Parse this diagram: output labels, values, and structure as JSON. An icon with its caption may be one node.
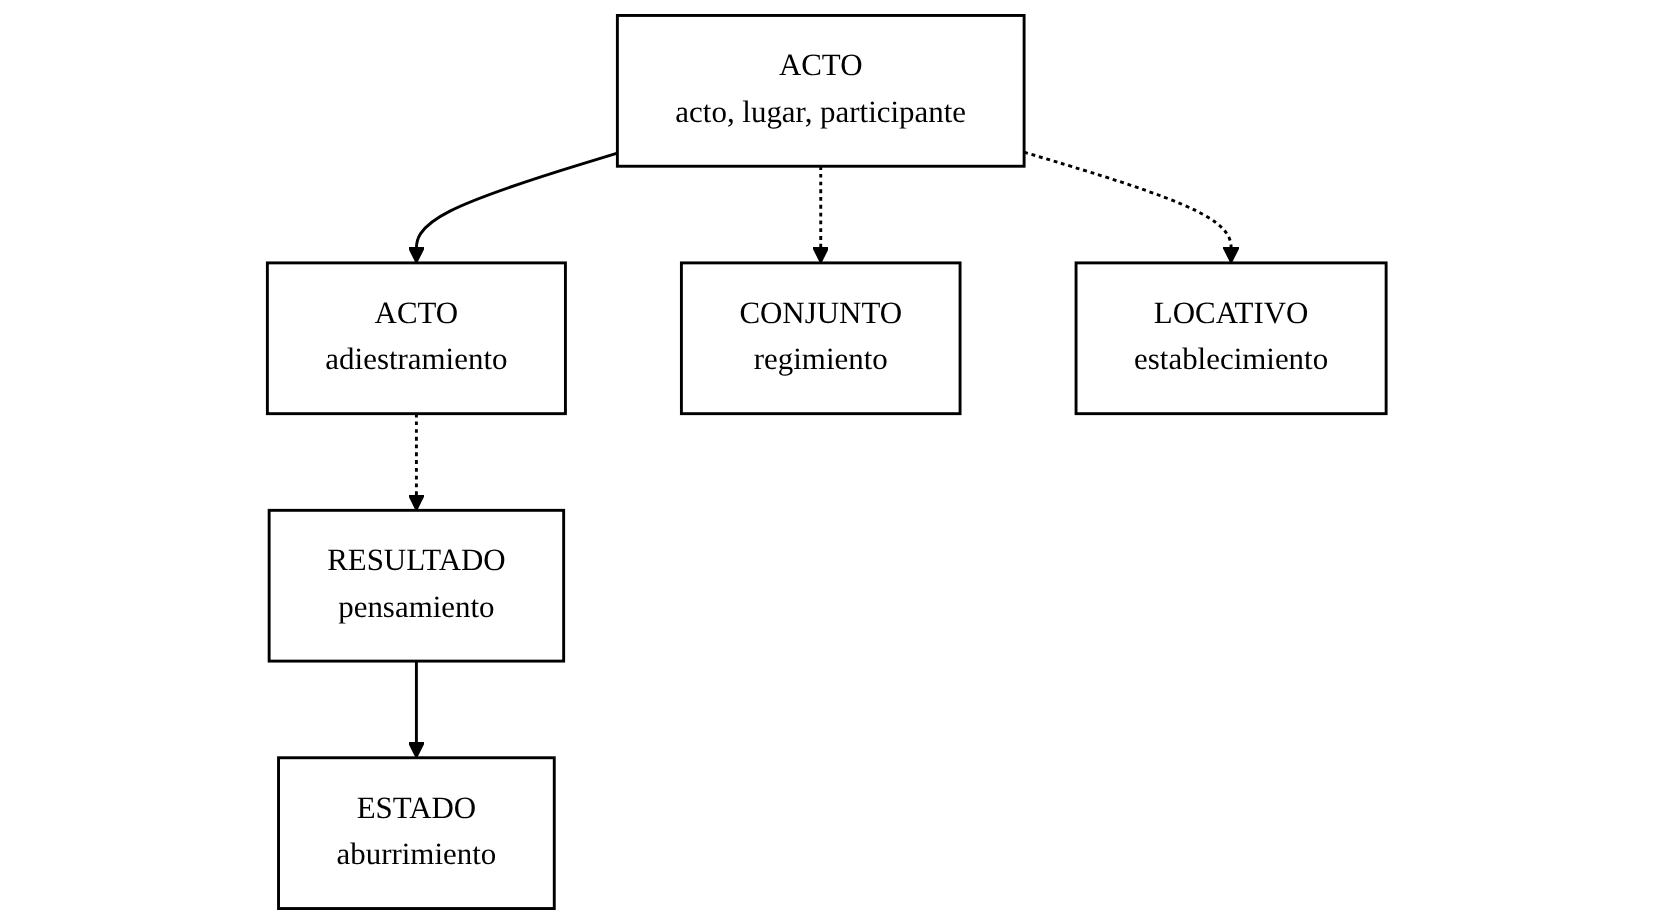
{
  "diagram": {
    "nodes": [
      {
        "text": [
          "ACTO",
          "acto, lugar, participante"
        ]
      },
      {
        "text": [
          "ACTO",
          "adiestramiento"
        ]
      },
      {
        "text": [
          "CONJUNTO",
          "regimiento"
        ]
      },
      {
        "text": [
          "LOCATIVO",
          "establecimiento"
        ]
      },
      {
        "text": [
          "RESULTADO",
          "pensamiento"
        ]
      },
      {
        "text": [
          "ESTADO",
          "aburrimiento"
        ]
      }
    ],
    "edges": [
      {
        "from": 0,
        "to": 1,
        "arrow": "to"
      },
      {
        "from": 0,
        "to": 2,
        "arrow": "to",
        "style": "dashed"
      },
      {
        "from": 0,
        "to": 3,
        "arrow": "to",
        "style": "dashed"
      },
      {
        "from": 1,
        "to": 4,
        "arrow": "to",
        "style": "dashed"
      },
      {
        "from": 4,
        "to": 5,
        "arrow": "to"
      }
    ]
  }
}
